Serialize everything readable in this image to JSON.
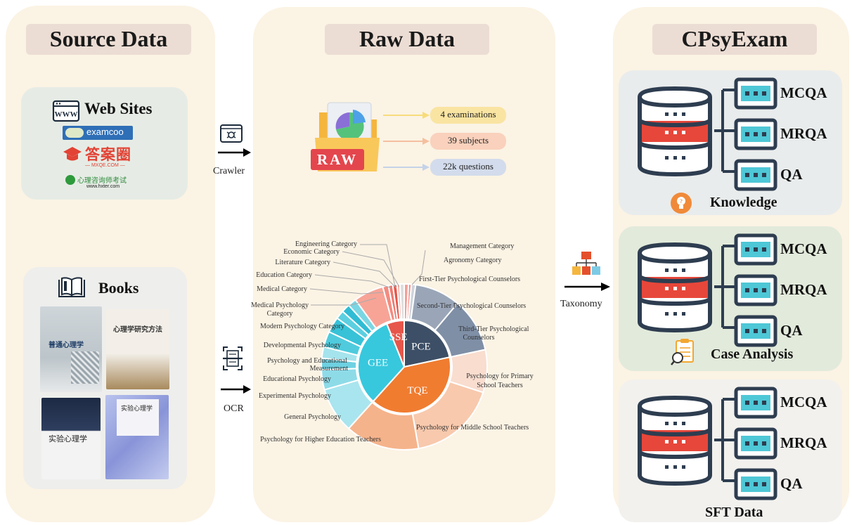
{
  "source_panel": {
    "title": "Source Data",
    "web": {
      "heading": "Web Sites",
      "sites": [
        "examcoo",
        "答案圈",
        "— MXQE.COM —",
        "心理咨询师考试",
        "www.hxter.com"
      ]
    },
    "books": {
      "heading": "Books",
      "covers": [
        "普通心理学",
        "心理学研究方法",
        "实验心理学",
        "实验心理学"
      ]
    }
  },
  "arrows": {
    "crawler": "Crawler",
    "ocr": "OCR",
    "taxonomy": "Taxonomy"
  },
  "raw_panel": {
    "title": "Raw Data",
    "raw_icon_text": "RAW",
    "stats": [
      "4 examinations",
      "39 subjects",
      "22k questions"
    ]
  },
  "chart_data": {
    "type": "sunburst",
    "inner": [
      {
        "name": "PCE",
        "color": "#3d4f66"
      },
      {
        "name": "TQE",
        "color": "#f07c30"
      },
      {
        "name": "GEE",
        "color": "#37c8de"
      },
      {
        "name": "SSE",
        "color": "#e7564a"
      }
    ],
    "outer_labels": [
      "Management Category",
      "Agronomy Category",
      "First-Tier Psychological Counselors",
      "Second-Tier Psychological Counselors",
      "Third-Tier Psychological",
      "Counselors",
      "Psychology for Primary",
      "School Teachers",
      "Psychology for Middle School Teachers",
      "Psychology for Higher Education Teachers",
      "General Psychology",
      "Experimental Psychology",
      "Educational Psychology",
      "Psychology and Educational",
      "Measurement",
      "Developmental Psychology",
      "Modern Psychology Category",
      "Medical Psychology",
      "Category",
      "Medical Category",
      "Education Category",
      "Literature Category",
      "Economic Category",
      "Engineering Category"
    ]
  },
  "dataset_panel": {
    "title": "CPsyExam",
    "types": [
      "MCQA",
      "MRQA",
      "QA"
    ],
    "sections": [
      {
        "caption": "Knowledge",
        "bg": "#e9ecec"
      },
      {
        "caption": "Case Analysis",
        "bg": "#e2eadb"
      },
      {
        "caption": "SFT Data",
        "bg": "#f2f1ee"
      }
    ]
  },
  "colors": {
    "panel": "#fbf3e4",
    "title_bg": "#ecddd4",
    "db_dark": "#2e3d50",
    "db_red": "#e7473a",
    "db_teal": "#4ec7d6"
  }
}
